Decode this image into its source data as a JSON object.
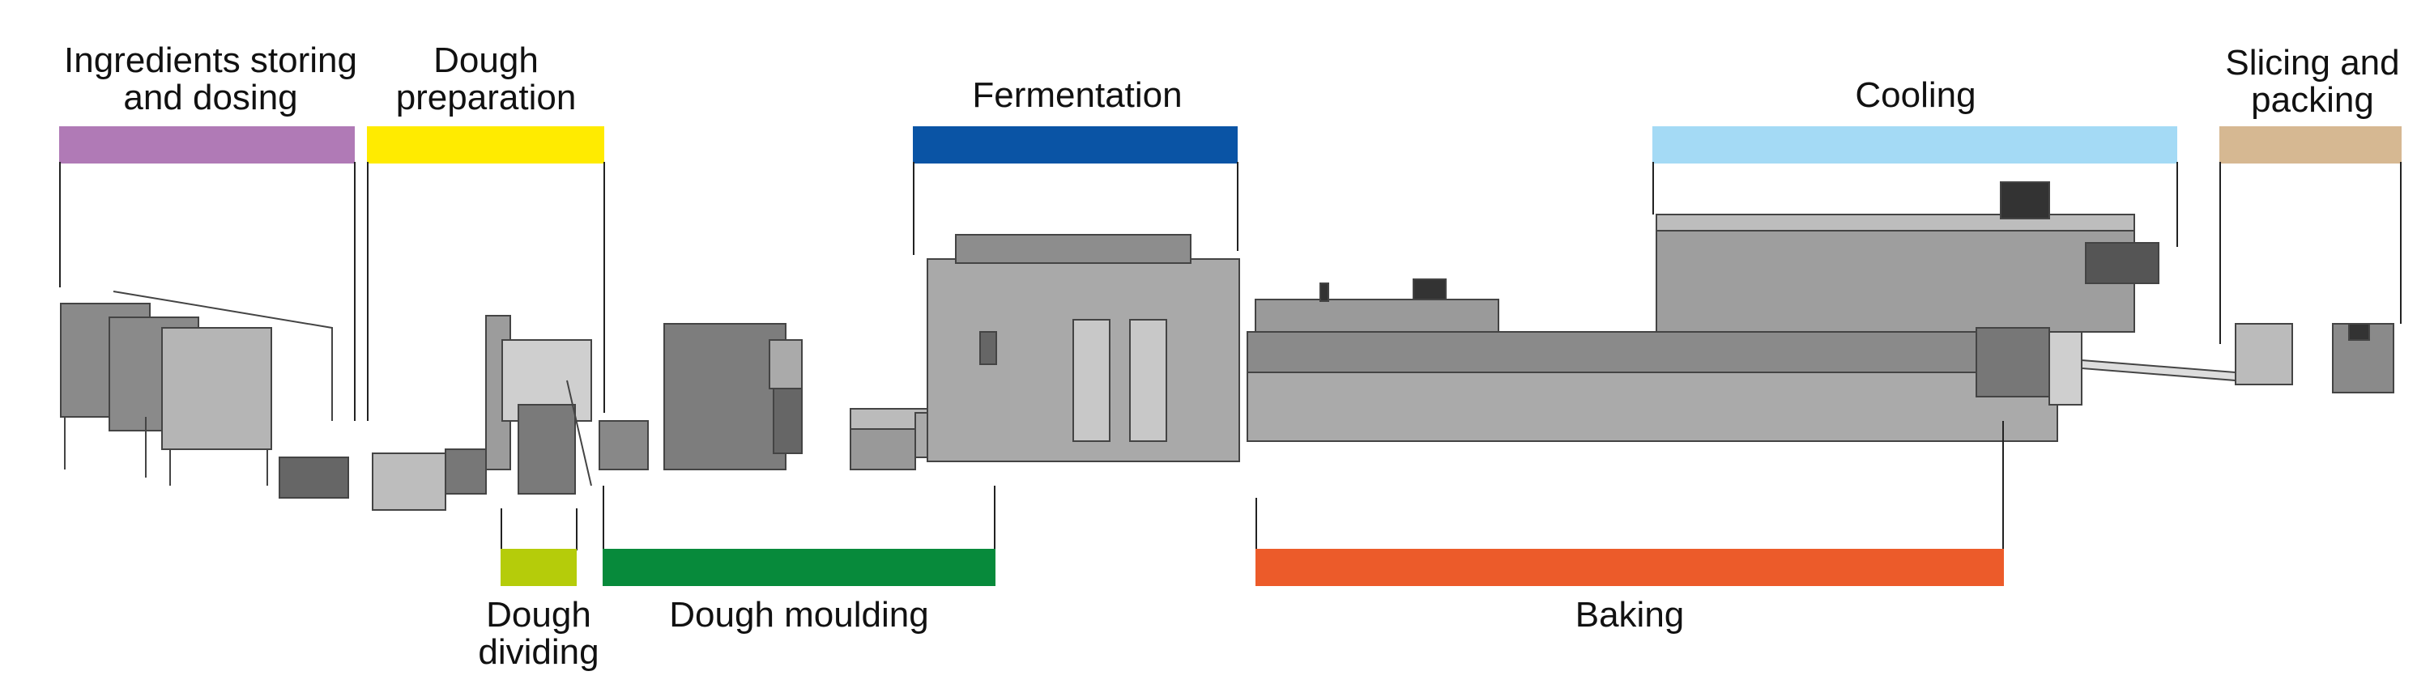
{
  "stages_top": [
    {
      "id": "ingredients",
      "label": "Ingredients storing\nand dosing",
      "color": "#B07AB6"
    },
    {
      "id": "dough-preparation",
      "label": "Dough\npreparation",
      "color": "#FFEB00"
    },
    {
      "id": "fermentation",
      "label": "Fermentation",
      "color": "#0A54A5"
    },
    {
      "id": "cooling",
      "label": "Cooling",
      "color": "#A4DAF5"
    },
    {
      "id": "slicing",
      "label": "Slicing and\npacking",
      "color": "#D6B892"
    }
  ],
  "stages_bottom": [
    {
      "id": "dividing",
      "label": "Dough\ndividing",
      "color": "#B5CC0A"
    },
    {
      "id": "moulding",
      "label": "Dough moulding",
      "color": "#078A3B"
    },
    {
      "id": "baking",
      "label": "Baking",
      "color": "#EC5B2A"
    }
  ]
}
